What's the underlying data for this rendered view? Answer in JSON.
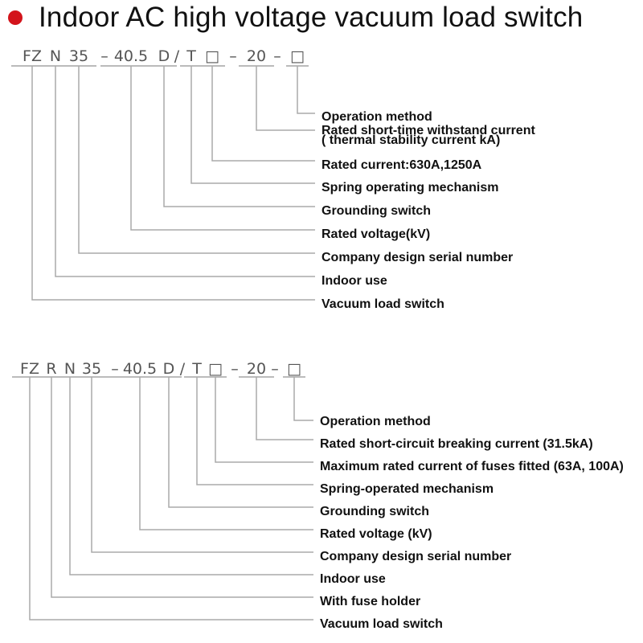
{
  "title": "Indoor AC high voltage vacuum load switch",
  "colors": {
    "bullet": "#d3141b",
    "lines": "#aaaaaa",
    "code": "#555555"
  },
  "diagrams": [
    {
      "code": [
        "FZ",
        "N",
        "35",
        "–",
        "40.5",
        "D",
        "/",
        "T",
        "□",
        "–",
        "20",
        "–",
        "□"
      ],
      "labels": [
        {
          "text": "Operation method",
          "segment": 12
        },
        {
          "text": "Rated short-time withstand current",
          "text2": "( thermal stability current kA)",
          "segment": 10
        },
        {
          "text": "Rated current:630A,1250A",
          "segment": 8
        },
        {
          "text": "Spring operating mechanism",
          "segment": 7
        },
        {
          "text": "Grounding switch",
          "segment": 5
        },
        {
          "text": "Rated voltage(kV)",
          "segment": 4
        },
        {
          "text": "Company design serial number",
          "segment": 2
        },
        {
          "text": "Indoor use",
          "segment": 1
        },
        {
          "text": "Vacuum load switch",
          "segment": 0
        }
      ]
    },
    {
      "code": [
        "FZ",
        "R",
        "N",
        "35",
        "–",
        "40.5",
        "D",
        "/",
        "T",
        "□",
        "–",
        "20",
        "–",
        "□"
      ],
      "labels": [
        {
          "text": "Operation method",
          "segment": 13
        },
        {
          "text": "Rated short-circuit breaking current (31.5kA)",
          "segment": 11
        },
        {
          "text": "Maximum rated current of fuses fitted (63A, 100A)",
          "segment": 9
        },
        {
          "text": "Spring-operated mechanism",
          "segment": 8
        },
        {
          "text": "Grounding switch",
          "segment": 6
        },
        {
          "text": "Rated voltage (kV)",
          "segment": 5
        },
        {
          "text": "Company design serial number",
          "segment": 3
        },
        {
          "text": "Indoor use",
          "segment": 2
        },
        {
          "text": "With fuse holder",
          "segment": 1
        },
        {
          "text": "Vacuum load switch",
          "segment": 0
        }
      ]
    }
  ]
}
